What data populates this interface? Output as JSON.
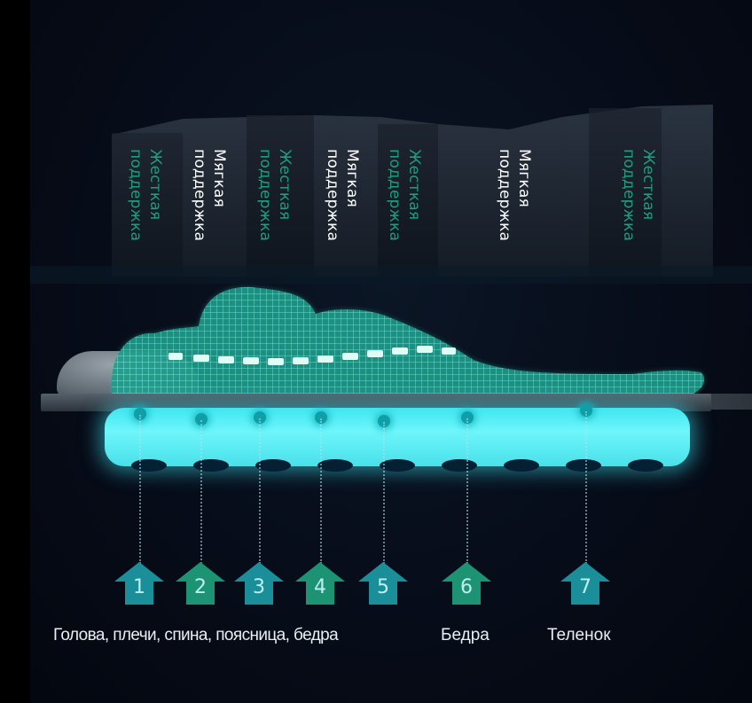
{
  "zones": [
    {
      "type": "hard",
      "line1": "Жесткая",
      "line2": "поддержка",
      "color": "#1f9e7e"
    },
    {
      "type": "soft",
      "line1": "Мягкая",
      "line2": "поддержка",
      "color": "#ffffff"
    },
    {
      "type": "hard",
      "line1": "Жесткая",
      "line2": "поддержка",
      "color": "#1f9e7e"
    },
    {
      "type": "soft",
      "line1": "Мягкая",
      "line2": "поддержка",
      "color": "#ffffff"
    },
    {
      "type": "hard",
      "line1": "Жесткая",
      "line2": "поддержка",
      "color": "#1f9e7e"
    },
    {
      "type": "soft",
      "line1": "Мягкая",
      "line2": "поддержка",
      "color": "#ffffff"
    },
    {
      "type": "hard",
      "line1": "Жесткая",
      "line2": "поддержка",
      "color": "#1f9e7e"
    }
  ],
  "markers": [
    {
      "num": "1",
      "color": "#1a8f9a"
    },
    {
      "num": "2",
      "color": "#1c9474"
    },
    {
      "num": "3",
      "color": "#1a8f9a"
    },
    {
      "num": "4",
      "color": "#1c9474"
    },
    {
      "num": "5",
      "color": "#1a8f9a"
    },
    {
      "num": "6",
      "color": "#1c9474"
    },
    {
      "num": "7",
      "color": "#1a8f9a"
    }
  ],
  "labels": {
    "group_1_5": "Голова, плечи, спина, поясница, бедра",
    "zone_6": "Бедра",
    "zone_7": "Теленок"
  },
  "colors": {
    "background": "#070d1a",
    "coil_glow": "#49e0ea",
    "wireframe": "#3fd3b8"
  }
}
